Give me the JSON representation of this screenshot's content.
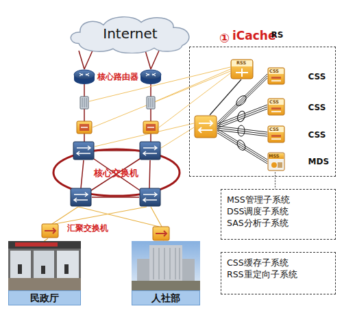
{
  "diagram": {
    "nodes": [
      {
        "text": [
          "Internet"
        ]
      },
      {
        "text": [
          "iCache"
        ]
      },
      {
        "text": [
          "RS"
        ],
        "in": 1
      },
      {
        "text": [
          "CSS"
        ],
        "in": 1
      },
      {
        "text": [
          "CSS"
        ],
        "in": 1
      },
      {
        "text": [
          "CSS"
        ],
        "in": 1
      },
      {
        "text": [
          "MDS"
        ],
        "in": 1
      },
      {
        "text": [
          "MSS管理子系统",
          "DSS调度子系统",
          "SAS分析子系统"
        ]
      },
      {
        "text": [
          "CSS缓存子系统",
          "RSS重定向子系统"
        ]
      },
      {
        "text": [
          "民政厅"
        ]
      },
      {
        "text": [
          "人社部"
        ]
      }
    ],
    "edges": [
      {
        "from": 6,
        "to": 7,
        "arrow": "none"
      }
    ],
    "labels": [
      "①",
      "核心路由器",
      "核心交换机",
      "汇聚交换机",
      "RSS",
      "CSS",
      "CSS",
      "CSS",
      "MSS"
    ]
  }
}
